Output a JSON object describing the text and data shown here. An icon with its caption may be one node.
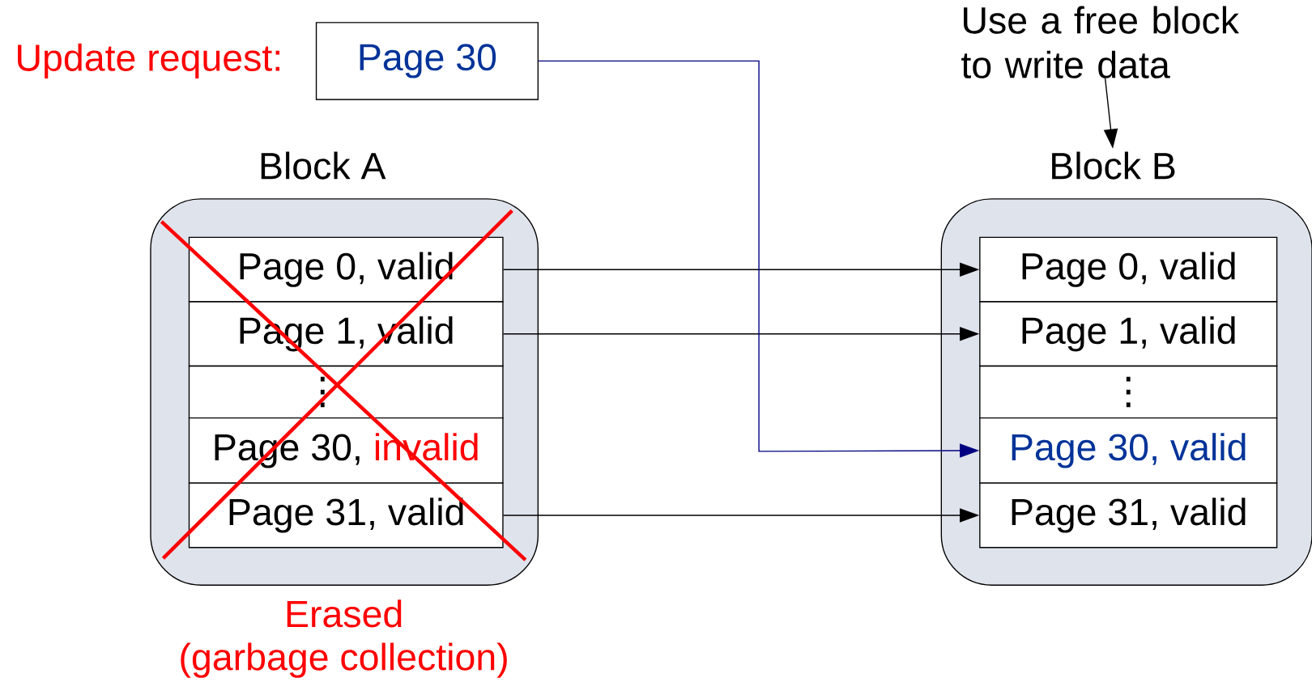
{
  "diagram": {
    "nodes": [
      {
        "text": [
          "Page 30"
        ]
      },
      {
        "text": [
          "Block A"
        ],
        "beside": [
          "Erased",
          "(garbage collection)"
        ]
      },
      {
        "text": [
          "Page 0, valid"
        ],
        "in": 1
      },
      {
        "text": [
          "Page 1, valid"
        ],
        "in": 1
      },
      {
        "text": [
          "⋮"
        ],
        "in": 1
      },
      {
        "text": [
          "Page 30,",
          "invalid"
        ],
        "in": 1
      },
      {
        "text": [
          "Page 31, valid"
        ],
        "in": 1
      },
      {
        "text": [
          "Block B"
        ]
      },
      {
        "text": [
          "Page 0, valid"
        ],
        "in": 7
      },
      {
        "text": [
          "Page 1, valid"
        ],
        "in": 7
      },
      {
        "text": [
          "⋮"
        ],
        "in": 7
      },
      {
        "text": [
          "Page 30, valid"
        ],
        "in": 7
      },
      {
        "text": [
          "Page 31, valid"
        ],
        "in": 7
      },
      {
        "text": [
          "Use a free block to write data"
        ]
      }
    ],
    "edges": [
      {
        "from": 2,
        "to": 8,
        "arrow": "to"
      },
      {
        "from": 3,
        "to": 9,
        "arrow": "to"
      },
      {
        "from": 6,
        "to": 12,
        "arrow": "to"
      },
      {
        "from": 0,
        "to": 11,
        "arrow": "to",
        "color": "#000080"
      },
      {
        "from": 13,
        "to": 7,
        "arrow": "to"
      }
    ],
    "labels": [
      "Update request:"
    ]
  }
}
